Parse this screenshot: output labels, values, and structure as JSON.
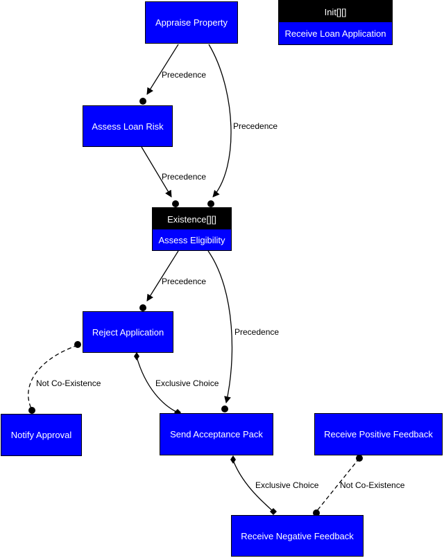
{
  "nodes": {
    "appraise_property": "Appraise Property",
    "assess_loan_risk": "Assess Loan Risk",
    "assess_eligibility": "Assess Eligibility",
    "reject_application": "Reject Application",
    "notify_approval": "Notify Approval",
    "send_acceptance_pack": "Send Acceptance Pack",
    "receive_positive_feedback": "Receive Positive Feedback",
    "receive_negative_feedback": "Receive Negative Feedback",
    "receive_loan_application": "Receive Loan Application"
  },
  "constraints": {
    "init_header": "Init[][]",
    "existence_header": "Existence[][]"
  },
  "edges": {
    "appraise_to_risk": "Precedence",
    "appraise_to_eligibility": "Precedence",
    "risk_to_eligibility": "Precedence",
    "eligibility_to_reject": "Precedence",
    "eligibility_to_send": "Precedence",
    "reject_notify": "Not Co-Existence",
    "reject_send": "Exclusive Choice",
    "send_negative": "Exclusive Choice",
    "positive_negative": "Not Co-Existence"
  },
  "colors": {
    "node_fill": "#0000ff",
    "header_fill": "#000000",
    "text": "#ffffff",
    "edge": "#000000"
  }
}
